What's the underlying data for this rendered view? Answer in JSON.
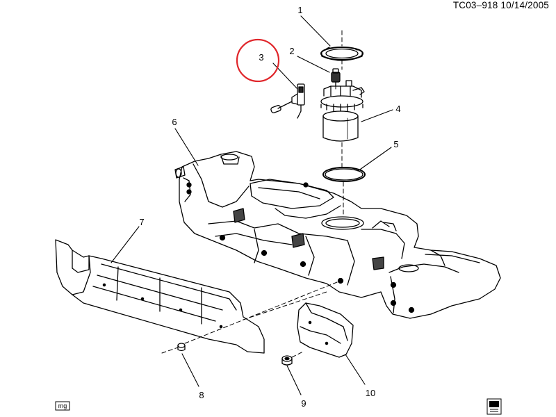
{
  "header": {
    "diagram_id": "TC03–918",
    "date": "10/14/2005"
  },
  "callouts": [
    "1",
    "2",
    "3",
    "4",
    "5",
    "6",
    "7",
    "8",
    "9",
    "10"
  ],
  "footer": {
    "left_badge": "mg"
  },
  "highlight": {
    "target_callout": "3",
    "color": "#e0262b"
  }
}
